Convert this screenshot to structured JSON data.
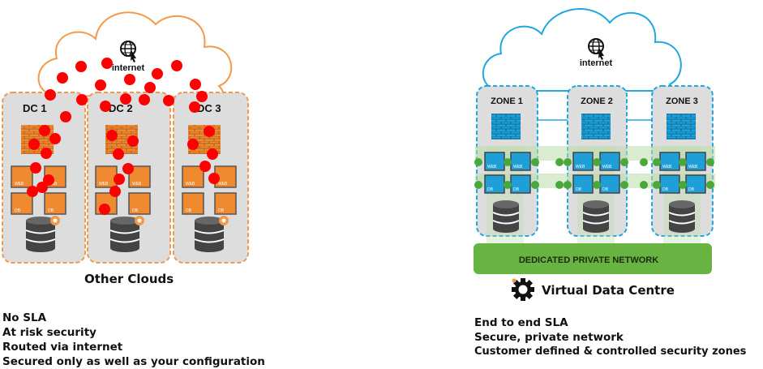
{
  "left_panel": {
    "internet_label": "internet",
    "dc_labels": [
      "DC 1",
      "DC 2",
      "DC 3"
    ],
    "server_labels": [
      "WEB",
      "WEB",
      "DB",
      "DB"
    ],
    "title": "Other Clouds",
    "bullets": [
      "No SLA",
      "At risk security",
      "Routed via internet",
      "Secured only as well as your configuration"
    ]
  },
  "right_panel": {
    "internet_label": "internet",
    "zone_labels": [
      "ZONE 1",
      "ZONE 2",
      "ZONE 3"
    ],
    "server_labels": [
      "WEB",
      "WEB",
      "DB",
      "DB"
    ],
    "network_label": "DEDICATED PRIVATE NETWORK",
    "brand_label": "Virtual Data Centre",
    "bullets": [
      "End to end SLA",
      "Secure, private network",
      "Customer defined & controlled security zones"
    ]
  },
  "colors": {
    "orange": "#f39a4a",
    "blue": "#21a6e0",
    "threat_red": "#ff0000",
    "green_bar": "#68b442",
    "green_node": "#4aa83a"
  },
  "icons": [
    "globe-icon",
    "firewall-icon",
    "server-icon",
    "database-icon",
    "gear-icon"
  ]
}
